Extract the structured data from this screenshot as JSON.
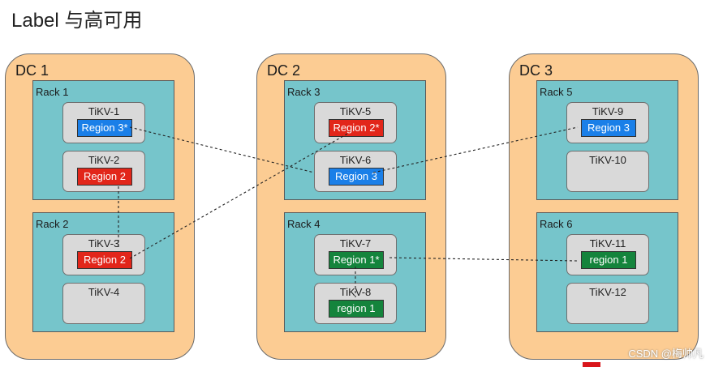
{
  "title": "Label 与高可用",
  "watermark": "CSDN @梅帅凡",
  "colors": {
    "dc": "#fccc93",
    "rack": "#76c5cb",
    "tikv": "#d9d9d9",
    "region_red": "#e2261a",
    "region_blue": "#1a7fe8",
    "region_green": "#14843c"
  },
  "dcs": [
    {
      "label": "DC 1",
      "racks": [
        {
          "label": "Rack 1",
          "tikvs": [
            {
              "label": "TiKV-1",
              "region": "Region 3*",
              "color": "blue"
            },
            {
              "label": "TiKV-2",
              "region": "Region 2",
              "color": "red"
            }
          ]
        },
        {
          "label": "Rack 2",
          "tikvs": [
            {
              "label": "TiKV-3",
              "region": "Region 2",
              "color": "red"
            },
            {
              "label": "TiKV-4"
            }
          ]
        }
      ]
    },
    {
      "label": "DC 2",
      "racks": [
        {
          "label": "Rack 3",
          "tikvs": [
            {
              "label": "TiKV-5",
              "region": "Region 2*",
              "color": "red"
            },
            {
              "label": "TiKV-6",
              "region": "Region 3",
              "color": "blue"
            }
          ]
        },
        {
          "label": "Rack 4",
          "tikvs": [
            {
              "label": "TiKV-7",
              "region": "Region 1*",
              "color": "green"
            },
            {
              "label": "TiKV-8",
              "region": "region 1",
              "color": "green"
            }
          ]
        }
      ]
    },
    {
      "label": "DC 3",
      "racks": [
        {
          "label": "Rack 5",
          "tikvs": [
            {
              "label": "TiKV-9",
              "region": "Region 3",
              "color": "blue"
            },
            {
              "label": "TiKV-10"
            }
          ]
        },
        {
          "label": "Rack 6",
          "tikvs": [
            {
              "label": "TiKV-11",
              "region": "region 1",
              "color": "green"
            },
            {
              "label": "TiKV-12"
            }
          ]
        }
      ]
    }
  ]
}
